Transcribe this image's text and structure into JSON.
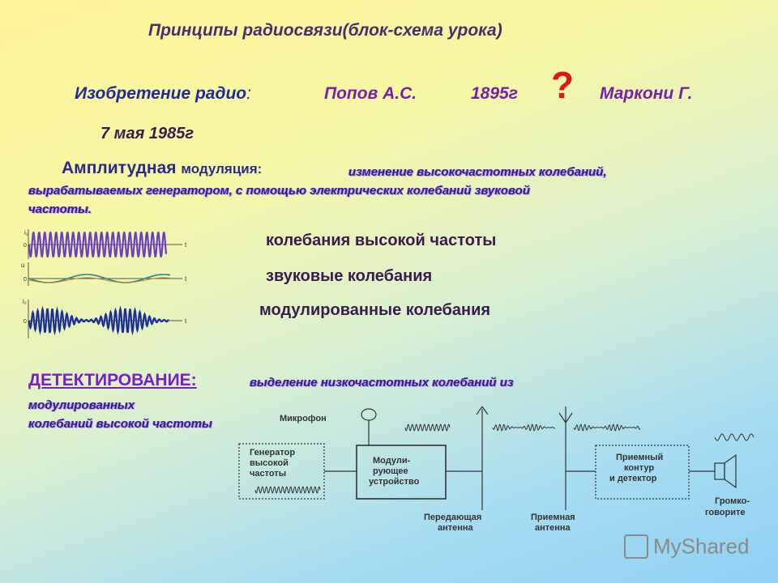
{
  "title": "Принципы радиосвязи(блок-схема урока)",
  "invention": {
    "label": "Изобретение радио",
    "colon": ":",
    "popov": "Попов А.С.",
    "year": "1895г",
    "question": "?",
    "marconi": "Маркони Г.",
    "date": "7 мая 1985г"
  },
  "modulation": {
    "heading_big": "Амплитудная",
    "heading_small": "модуляция:",
    "def_line1": "изменение высокочастотных колебаний,",
    "def_line2": "вырабатываемых генератором, с помощью электрических колебаний звуковой",
    "def_line3": "частоты."
  },
  "oscillations": {
    "high": "колебания высокой частоты",
    "sound": "звуковые колебания",
    "modulated": "модулированные колебания",
    "axis_i1": "i₁",
    "axis_u": "u",
    "axis_i2": "i₂",
    "axis_t": "t",
    "axis_zero": "0"
  },
  "detection": {
    "heading": "ДЕТЕКТИРОВАНИЕ:",
    "def_line1": "выделение низкочастотных колебаний из",
    "def_line2": "модулированных",
    "def_line3": "колебаний высокой частоты"
  },
  "diagram": {
    "microphone": "Микрофон",
    "generator": [
      "Генератор",
      "высокой",
      "частоты"
    ],
    "modulator": [
      "Модули-",
      "рующее",
      "устройство"
    ],
    "receiver": [
      "Приемный",
      "контур",
      "и детектор"
    ],
    "tx_antenna": [
      "Передающая",
      "антенна"
    ],
    "rx_antenna": [
      "Приемная",
      "антенна"
    ],
    "speaker": [
      "Громко-",
      "говорите"
    ]
  },
  "watermark": "MyShared",
  "colors": {
    "title": "#4a2d6b",
    "invention_label": "#1f2a9e",
    "names": "#7a1fa8",
    "question": "#e0161b",
    "detection_heading": "#7a1fc8"
  }
}
